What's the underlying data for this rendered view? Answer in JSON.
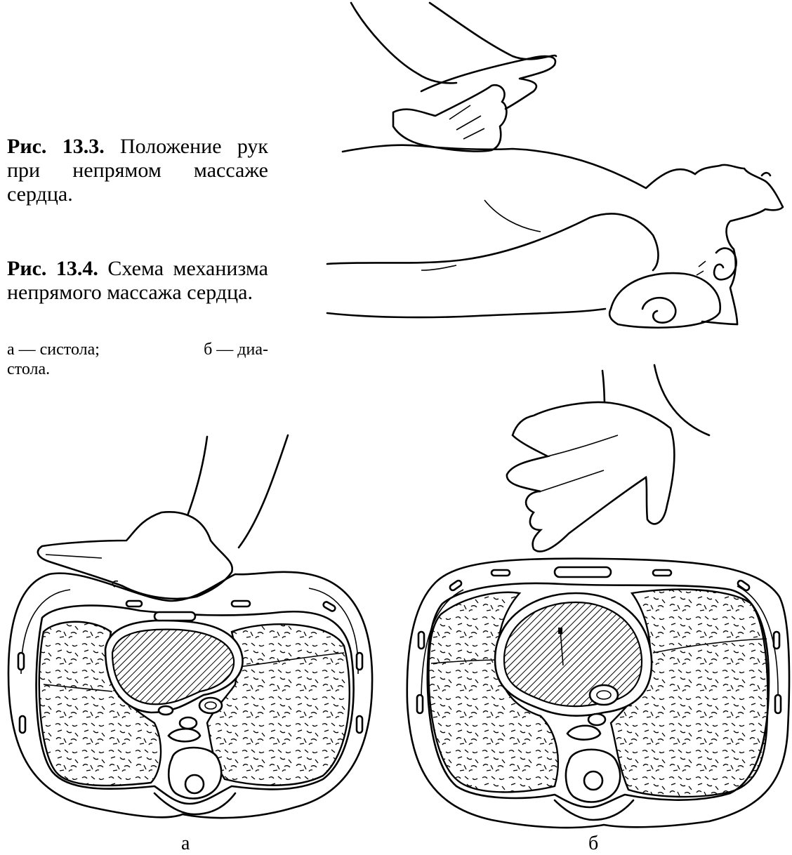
{
  "captions": {
    "fig1_number": "Рис. 13.3.",
    "fig1_text": "Положение рук при непрямом массаже сердца.",
    "fig2_number": "Рис. 13.4.",
    "fig2_text": "Схема механизма непрямого массажа сердца.",
    "legend_a": "а — систола;",
    "legend_b_part1": "б — диа-",
    "legend_b_part2": "стола."
  },
  "panel_labels": {
    "a": "а",
    "b": "б"
  }
}
